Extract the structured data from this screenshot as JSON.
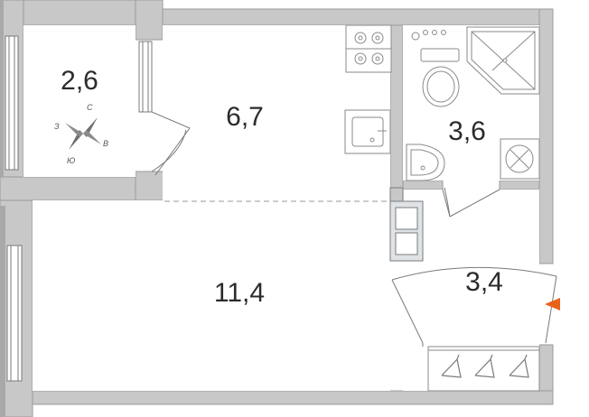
{
  "rooms": [
    {
      "id": "balcony",
      "area": "2,6"
    },
    {
      "id": "kitchen",
      "area": "6,7"
    },
    {
      "id": "bathroom",
      "area": "3,6"
    },
    {
      "id": "living",
      "area": "11,4"
    },
    {
      "id": "hallway",
      "area": "3,4"
    }
  ],
  "compass": {
    "north": "С",
    "east": "В",
    "south": "Ю",
    "west": "З"
  },
  "colors": {
    "wall": "#c8c8c8",
    "wall_dark": "#a9a9a9",
    "line": "#7a7a7a",
    "fixture": "#8a8a8a",
    "closet_fill": "#dfe3e6",
    "entrance_marker": "#e8621a"
  },
  "icons": [
    "stove-icon",
    "sink-icon",
    "toilet-icon",
    "shower-icon",
    "washing-machine-icon",
    "hanger-icon",
    "compass-icon",
    "entrance-marker-icon"
  ]
}
